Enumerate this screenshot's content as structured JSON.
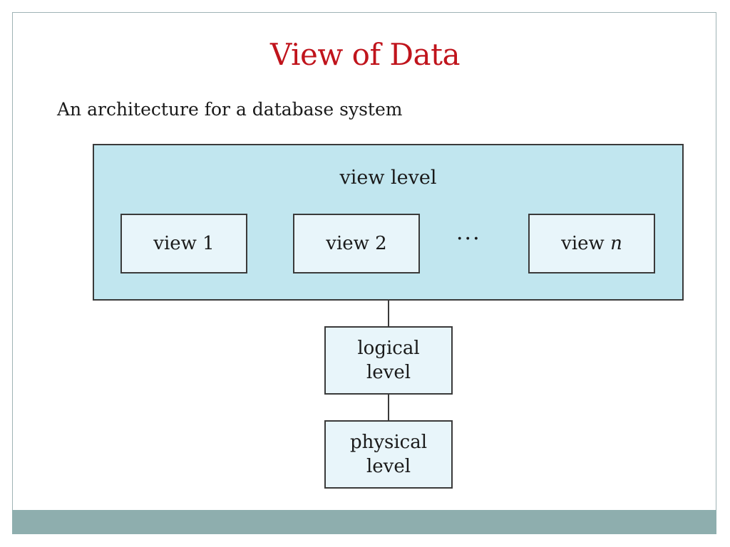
{
  "slide": {
    "title": "View of Data",
    "subtitle": "An architecture for a database system"
  },
  "diagram": {
    "view_level": {
      "label": "view level",
      "views": [
        {
          "label": "view 1"
        },
        {
          "label": "view 2"
        },
        {
          "label_prefix": "view ",
          "label_italic": "n"
        }
      ],
      "ellipsis": "···"
    },
    "logical_level": {
      "line1": "logical",
      "line2": "level"
    },
    "physical_level": {
      "line1": "physical",
      "line2": "level"
    }
  },
  "colors": {
    "title": "#c0141c",
    "view_level_fill": "#c1e6ef",
    "box_fill": "#e8f5fa",
    "footer_bar": "#8eaeae"
  }
}
